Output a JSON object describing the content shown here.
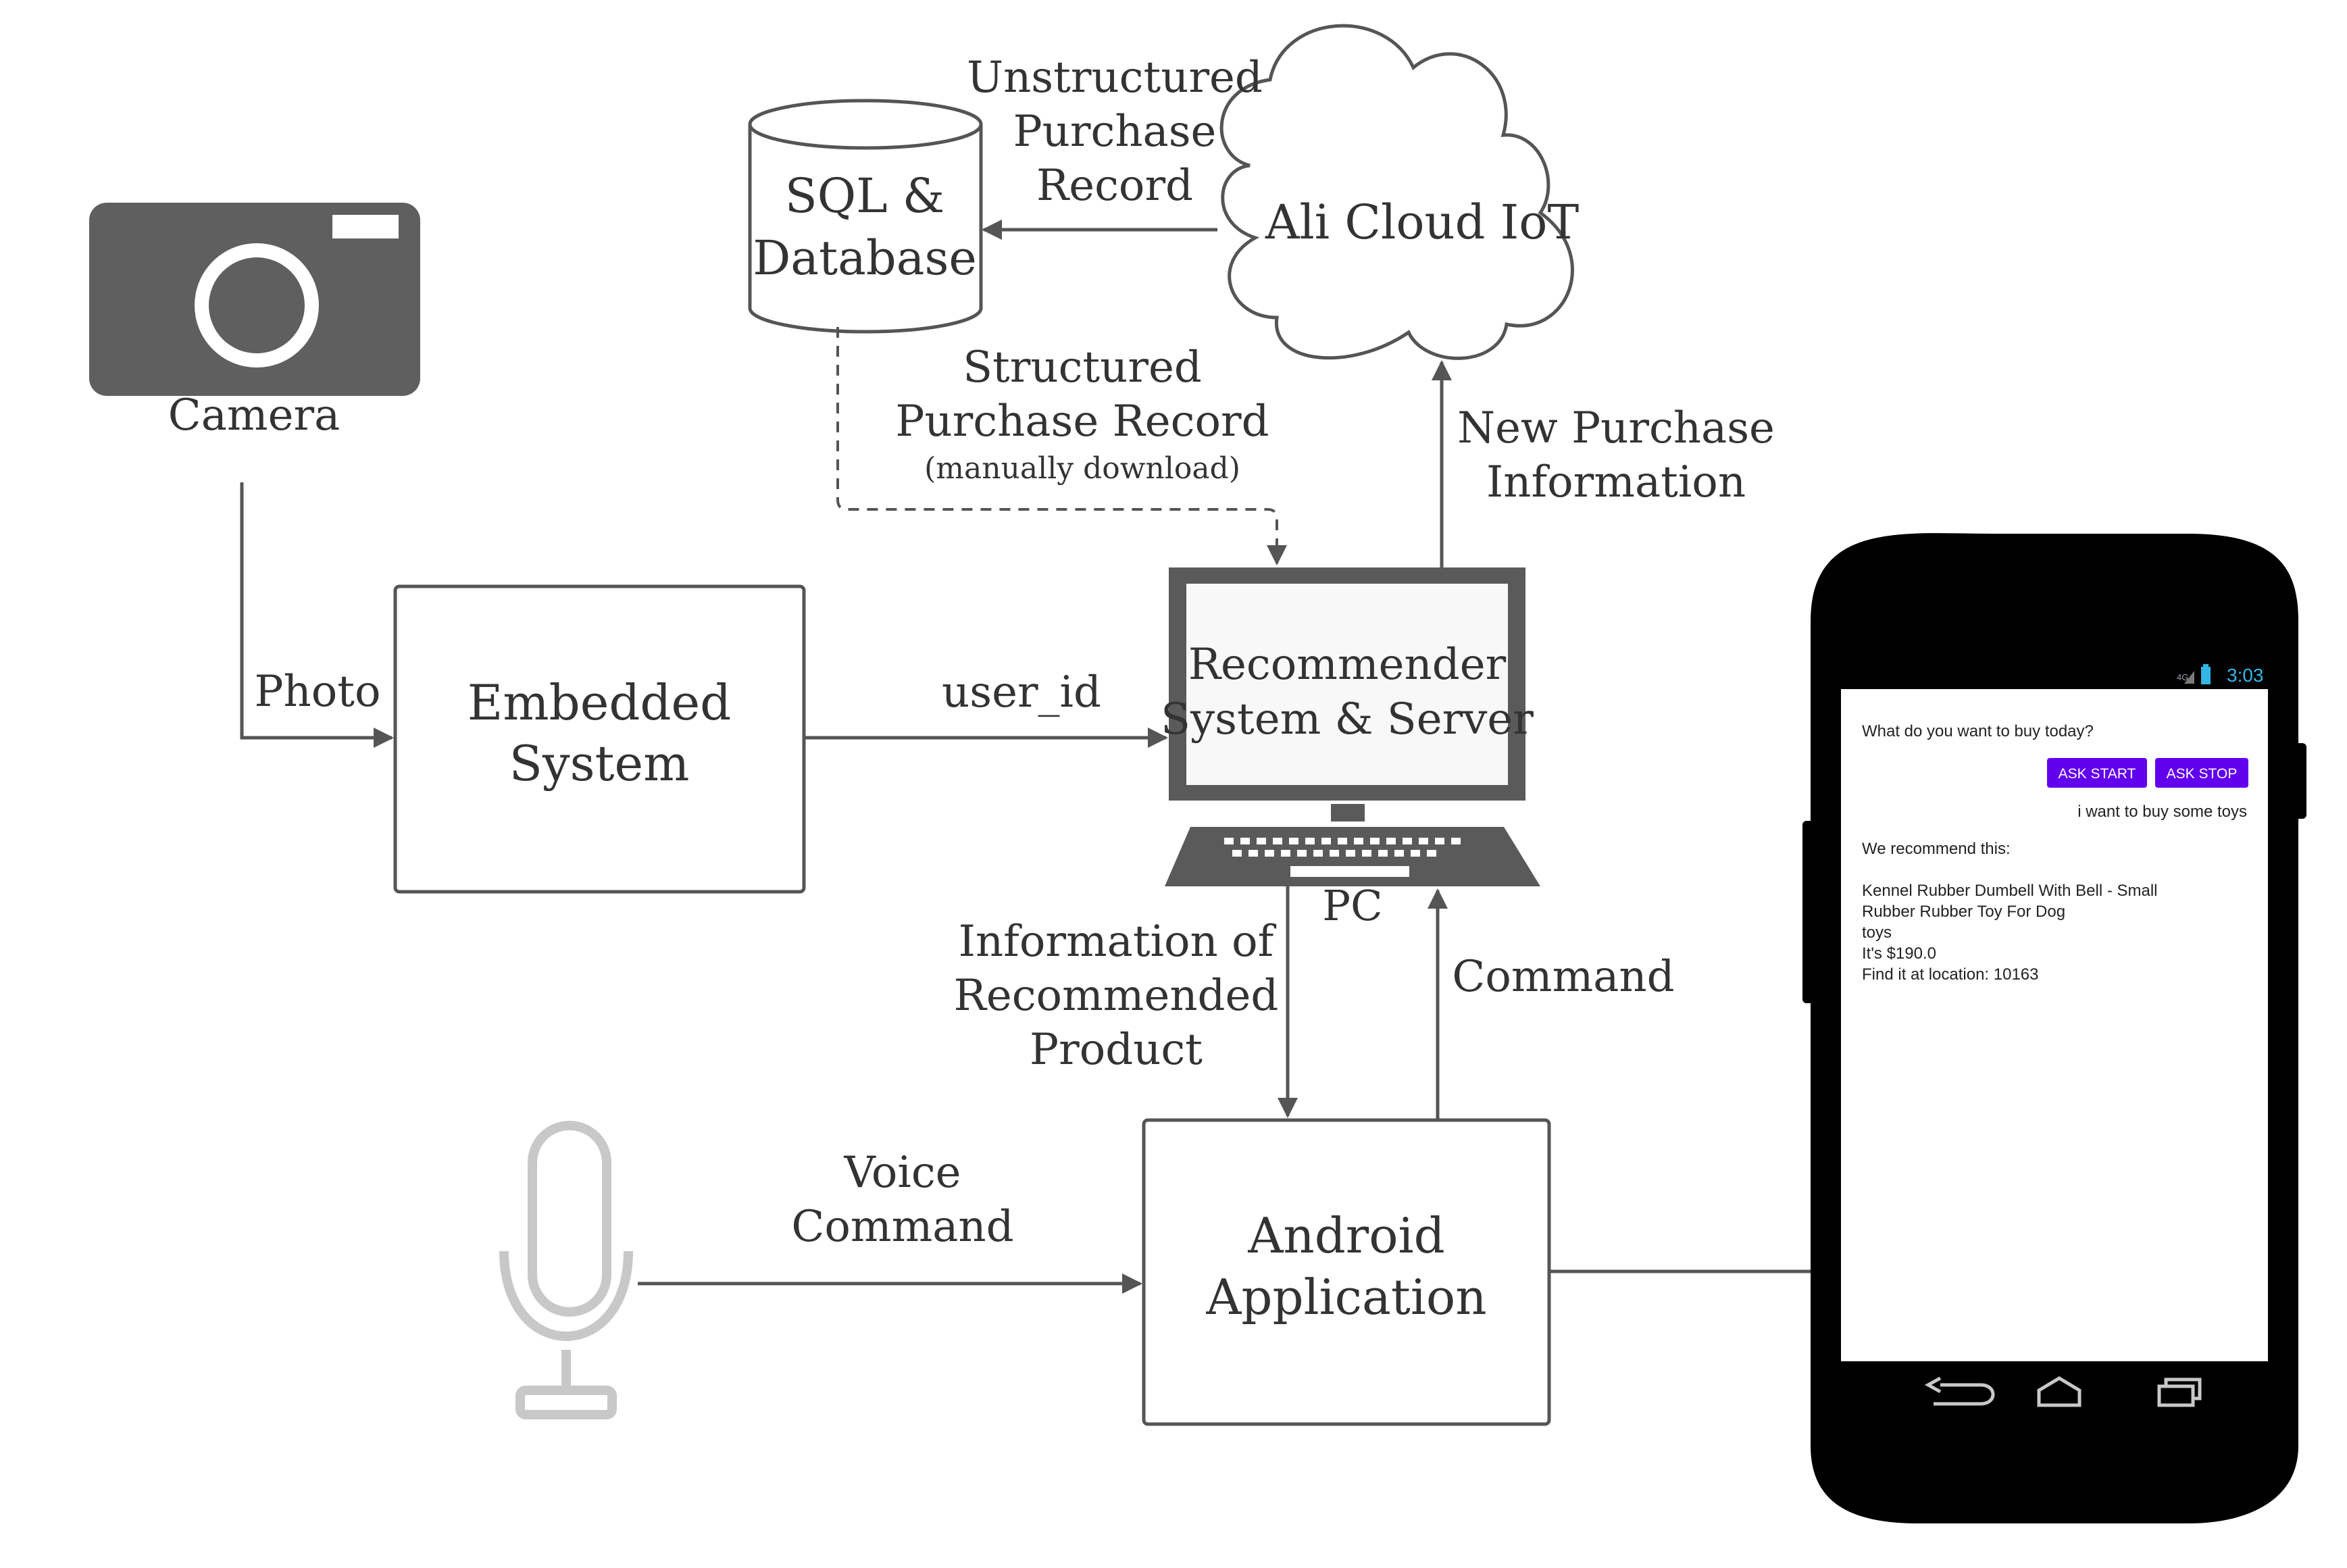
{
  "nodes": {
    "camera": "Camera",
    "sql_db": [
      "SQL &",
      "Database"
    ],
    "cloud": "Ali Cloud IoT",
    "embedded": [
      "Embedded",
      "System"
    ],
    "recommender": [
      "Recommender",
      "System & Server"
    ],
    "pc": "PC",
    "android": [
      "Android",
      "Application"
    ]
  },
  "edges": {
    "photo": "Photo",
    "user_id": "user_id",
    "unstructured": [
      "Unstructured",
      "Purchase",
      "Record"
    ],
    "structured": [
      "Structured",
      "Purchase Record"
    ],
    "manual": "(manually download)",
    "new_purchase": [
      "New Purchase",
      "Information"
    ],
    "info_recommended": [
      "Information of",
      "Recommended",
      "Product"
    ],
    "command": "Command",
    "voice": [
      "Voice",
      "Command"
    ]
  },
  "phone": {
    "status_network": "4G",
    "status_time": "3:03",
    "prompt": "What do you want to buy today?",
    "ask_start": "ASK START",
    "ask_stop": "ASK STOP",
    "user_message": "i want to buy some toys",
    "recommend_heading": "We recommend this:",
    "product_lines": [
      "Kennel Rubber Dumbell With Bell - Small",
      "Rubber Rubber Toy For Dog",
      "toys",
      "It's $190.0",
      "Find it at location: 10163"
    ],
    "button_color": "#6200ee",
    "time_color": "#33b5e5"
  },
  "colors": {
    "stroke": "#555555",
    "icon": "#5f5f5f",
    "mic": "#c8c8c8",
    "text": "#333333"
  }
}
